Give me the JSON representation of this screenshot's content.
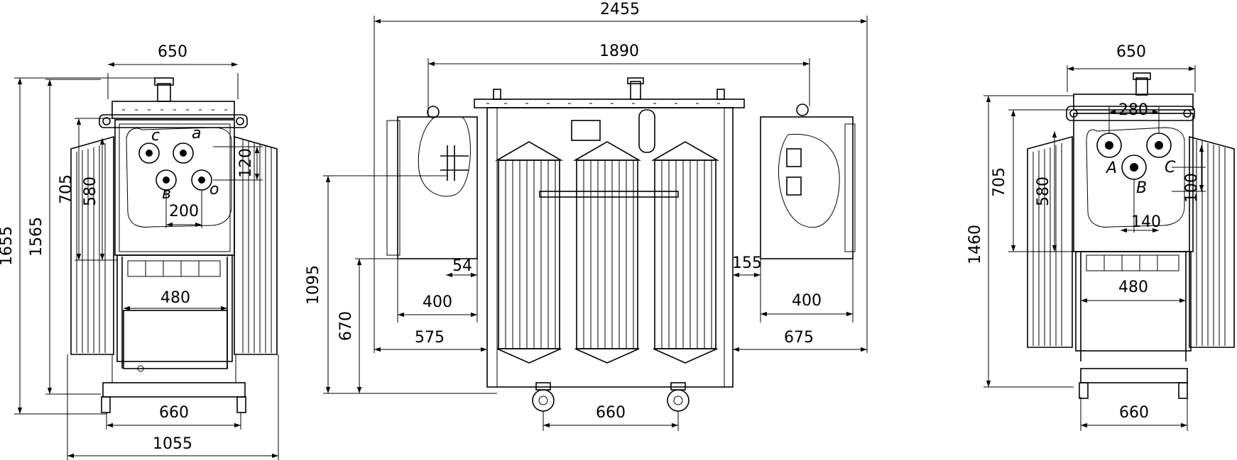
{
  "views": [
    {
      "name": "left-end-view",
      "terminal_letters": [
        "с",
        "а",
        "в",
        "о"
      ],
      "dims": {
        "top_width": "650",
        "height_total": "1655",
        "height_body": "1565",
        "box_height": "705",
        "box_inner": "580",
        "bushing_offset": "120",
        "bushing_spacing": "200",
        "frame_width": "480",
        "wheel_gauge": "660",
        "overall_width": "1055"
      }
    },
    {
      "name": "front-view",
      "dims": {
        "overall_length": "2455",
        "tank_length": "1890",
        "height_total": "1095",
        "box_bottom_height": "670",
        "box_offset": "54",
        "left_box_width": "400",
        "left_overhang": "575",
        "right_gap": "155",
        "right_box_width": "400",
        "right_overhang": "675",
        "wheel_gauge": "660"
      }
    },
    {
      "name": "right-end-view",
      "terminal_letters": [
        "A",
        "B",
        "C"
      ],
      "dims": {
        "top_width": "650",
        "bushing_spacing": "280",
        "box_height": "705",
        "box_inner": "580",
        "bushing_offset": "100",
        "height_total": "1460",
        "bushing_pitch": "140",
        "frame_width": "480",
        "wheel_gauge": "660"
      }
    }
  ]
}
